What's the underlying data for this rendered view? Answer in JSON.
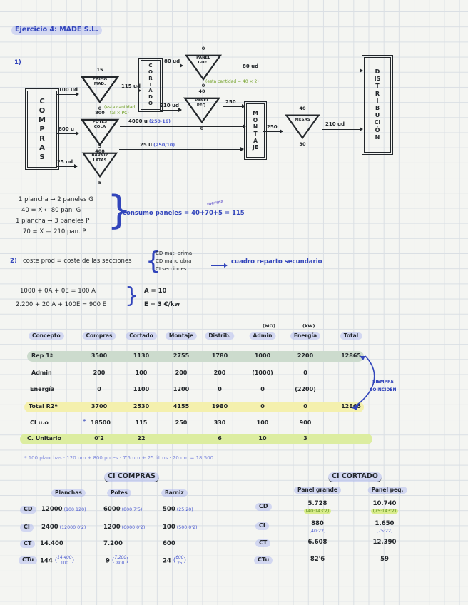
{
  "page": {
    "title": "Ejercicio 4: MADE S.L.",
    "part1": "1)",
    "part2_prefix": "2)"
  },
  "braces": {
    "consumo": "}",
    "seccion2": "{",
    "ecuaciones": "}"
  },
  "diagram": {
    "box_compras": "COMPRAS",
    "box_cortado": "CORTADO",
    "box_montaje": "MONTAJE",
    "box_distribucion": "DISTRIBUCIÓN",
    "tri_planchas": {
      "above": "15",
      "l1": "PRIMA",
      "l2": "MAD.",
      "below": "0",
      "note1": "(esta cantidad",
      "note2": "tal × PC)"
    },
    "tri_potes": {
      "above": "800",
      "l1": "POTES",
      "l2": "COLA",
      "below": "400"
    },
    "tri_barniz": {
      "above": "5",
      "l1": "BARNIZ",
      "l2": "LATAS",
      "below": "5"
    },
    "tri_panel_grande": {
      "above": "0",
      "l1": "PANEL",
      "l2": "GDE.",
      "below": "0",
      "note": "(esta cantidad = 40 × 2)"
    },
    "tri_panel_peq": {
      "above": "40",
      "l1": "PANEL",
      "l2": "PEQ.",
      "below": "0"
    },
    "tri_mesas": {
      "above": "40",
      "l1": "MESAS",
      "below": "30"
    },
    "flow_compras_planchas": "100 ud",
    "flow_planchas_cortado": "115 ud",
    "flow_cortado_panelg": "80 ud",
    "flow_panelg_dist": "80 ud",
    "flow_cortado_panelp": "210 ud",
    "flow_panelp_montaje": "250",
    "flow_potes_montaje": "4000 u",
    "flow_potes_montaje_calc": "(250·16)",
    "flow_barniz_montaje": "25 u",
    "flow_barniz_montaje_calc": "(250/10)",
    "flow_compras_potes": "800 u",
    "flow_compras_barniz": "25 ud",
    "flow_montaje_mesas": "250",
    "flow_mesas_dist": "210 ud"
  },
  "consumo": {
    "line1": "1 plancha → 2 paneles G",
    "line2": "40 = X ← 80 pan. G",
    "line3": "1 plancha → 3 paneles P",
    "line4": "70 = X — 210 pan. P",
    "result": "consumo paneles = 40+70+5 = 115",
    "merma": "merma"
  },
  "seccion2": {
    "intro": "coste prod = coste de las secciones",
    "item1": "CD mat. prima",
    "item2": "CD mano obra",
    "item3": "CI secciones",
    "nota": "cuadro reparto secundario"
  },
  "ecuaciones": {
    "eq1": "1000 + 0A + 0E = 100 A",
    "eq2": "2.200 + 20 A + 100E = 900 E",
    "sol1": "A = 10",
    "sol2": "E = 3 €/kw"
  },
  "reparto": {
    "headers": [
      "Concepto",
      "Compras",
      "Cortado",
      "Montaje",
      "Distrib.",
      "Admin",
      "Energía",
      "Total"
    ],
    "unit_admin": "(MO)",
    "unit_energia": "(kW)",
    "ref_mark": "*",
    "rows": [
      {
        "label": "Rep 1ª",
        "cells": [
          "3500",
          "1130",
          "2755",
          "1780",
          "1000",
          "2200",
          "12865"
        ]
      },
      {
        "label": "Admin",
        "cells": [
          "200",
          "100",
          "200",
          "200",
          "(1000)",
          "0",
          ""
        ]
      },
      {
        "label": "Energía",
        "cells": [
          "0",
          "1100",
          "1200",
          "0",
          "0",
          "(2200)",
          ""
        ]
      },
      {
        "label": "Total R2ª",
        "cells": [
          "3700",
          "2530",
          "4155",
          "1980",
          "0",
          "0",
          "12865"
        ]
      },
      {
        "label": "CI  u.o",
        "cells": [
          "18500",
          "115",
          "250",
          "330",
          "100",
          "900",
          ""
        ]
      },
      {
        "label": "C. Unitario",
        "cells": [
          "0'2",
          "22",
          "",
          "6",
          "10",
          "3",
          ""
        ]
      }
    ],
    "nota1": "SIEMPRE",
    "nota2": "COINCIDEN"
  },
  "nota_compras": "* 100 planchas · 120 um + 800 potes · 7'5 um + 25 litros · 20 um = 18.500",
  "tabla_compras": {
    "titulo": "CI COMPRAS",
    "cols": [
      "Planchas",
      "Potes",
      "Barniz"
    ],
    "filas": {
      "cd": {
        "label": "CD",
        "v1": "12000",
        "p1": "(100·120)",
        "v2": "6000",
        "p2": "(800·7'5)",
        "v3": "500",
        "p3": "(25·20)"
      },
      "ci": {
        "label": "CI",
        "v1": "2400",
        "p1": "(12000·0'2)",
        "v2": "1200",
        "p2": "(6000·0'2)",
        "v3": "100",
        "p3": "(500·0'2)"
      },
      "ct": {
        "label": "CT",
        "v1": "14.400",
        "v2": "7.200",
        "v3": "600"
      },
      "ctu": {
        "label": "CTu",
        "v1": "144",
        "n1": "14.400",
        "d1": "100",
        "v2": "9",
        "n2": "7.200",
        "d2": "800",
        "v3": "24",
        "n3": "600",
        "d3": "25"
      }
    }
  },
  "tabla_cortado": {
    "titulo": "CI CORTADO",
    "cols": [
      "Panel grande",
      "Panel peq."
    ],
    "filas": {
      "cd": {
        "label": "CD",
        "v1": "5.728",
        "p1": "(40·143'2)",
        "v2": "10.740",
        "p2": "(75·143'2)"
      },
      "ci": {
        "label": "CI",
        "v1": "880",
        "p1": "(40·22)",
        "v2": "1.650",
        "p2": "(75·22)"
      },
      "ct": {
        "label": "CT",
        "v1": "6.608",
        "v2": "12.390"
      },
      "ctu": {
        "label": "CTu",
        "v1": "82'6",
        "v2": "59"
      }
    }
  },
  "colors": {
    "ink": "#23272b",
    "blue": "#3245bb",
    "green": "#6f9f23",
    "hl_lavender": "#c8d0f4",
    "hl_row_green": "#ccdbcd",
    "hl_row_yellow": "#f4f0ad",
    "hl_row_lime": "#dcedа0"
  }
}
